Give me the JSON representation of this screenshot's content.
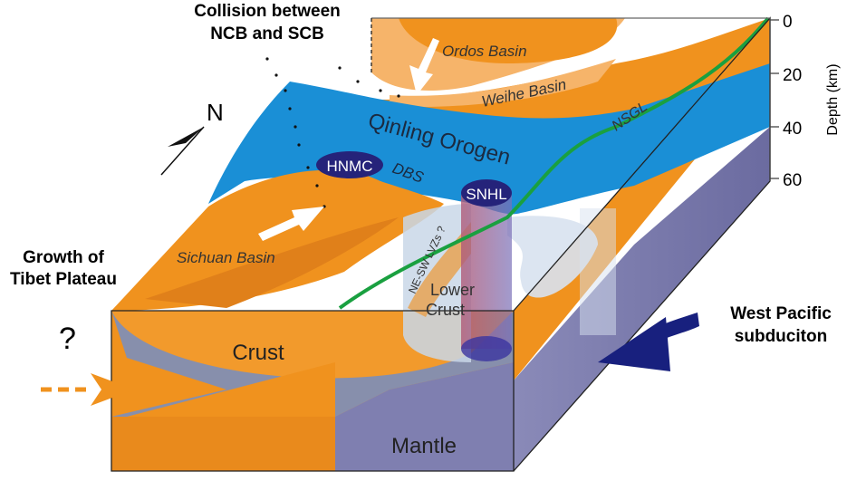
{
  "labels": {
    "collision_line1": "Collision between",
    "collision_line2": "NCB and SCB",
    "ordos": "Ordos Basin",
    "weihe": "Weihe Basin",
    "qinling": "Qinling Orogen",
    "nsgl": "NSGL",
    "hnmc": "HNMC",
    "dbs": "DBS",
    "snhl": "SNHL",
    "sichuan": "Sichuan Basin",
    "lvzs": "NE-SW LVZs ?",
    "lower_crust_line1": "Lower",
    "lower_crust_line2": "Crust",
    "crust": "Crust",
    "mantle": "Mantle",
    "tibet_line1": "Growth of",
    "tibet_line2": "Tibet Plateau",
    "question": "?",
    "pacific_line1": "West Pacific",
    "pacific_line2": "subduciton",
    "north": "N"
  },
  "depth_axis": {
    "title": "Depth (km)",
    "ticks": [
      "0",
      "20",
      "40",
      "60"
    ]
  },
  "colors": {
    "crust_orange": "#f0921e",
    "light_orange": "#f6b46a",
    "orogen_blue": "#1a8fd6",
    "mantle_purple": "#7f7fb0",
    "mantle_blue": "#5b86cc",
    "ellipse_navy": "#25237a",
    "nsgl_green": "#1aa040",
    "arrow_navy": "#18207e"
  }
}
